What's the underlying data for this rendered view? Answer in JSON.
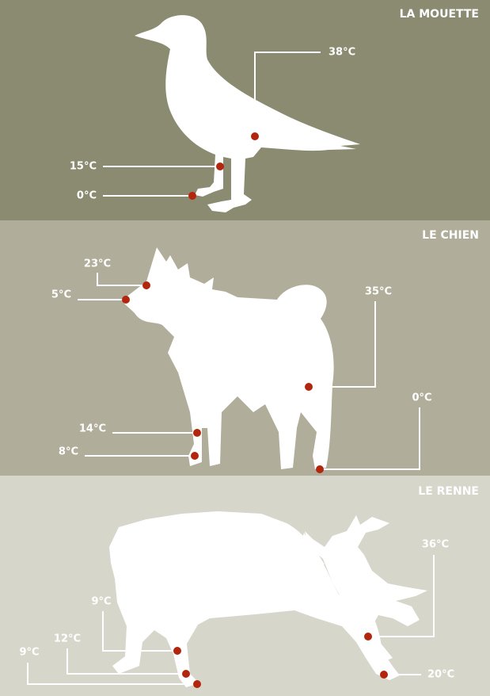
{
  "colors": {
    "panel_1": "#8b8b72",
    "panel_2": "#b0ad9a",
    "panel_3": "#d7d6cb",
    "silhouette": "#ffffff",
    "marker": "#b3260e",
    "text": "#ffffff"
  },
  "panels": [
    {
      "title": "LA MOUETTE",
      "labels": [
        {
          "text": "38°C"
        },
        {
          "text": "15°C"
        },
        {
          "text": "0°C"
        }
      ]
    },
    {
      "title": "LE CHIEN",
      "labels": [
        {
          "text": "23°C"
        },
        {
          "text": "5°C"
        },
        {
          "text": "35°C"
        },
        {
          "text": "0°C"
        },
        {
          "text": "14°C"
        },
        {
          "text": "8°C"
        }
      ]
    },
    {
      "title": "LE RENNE",
      "labels": [
        {
          "text": "36°C"
        },
        {
          "text": "9°C"
        },
        {
          "text": "12°C"
        },
        {
          "text": "9°C"
        },
        {
          "text": "20°C"
        }
      ]
    }
  ]
}
